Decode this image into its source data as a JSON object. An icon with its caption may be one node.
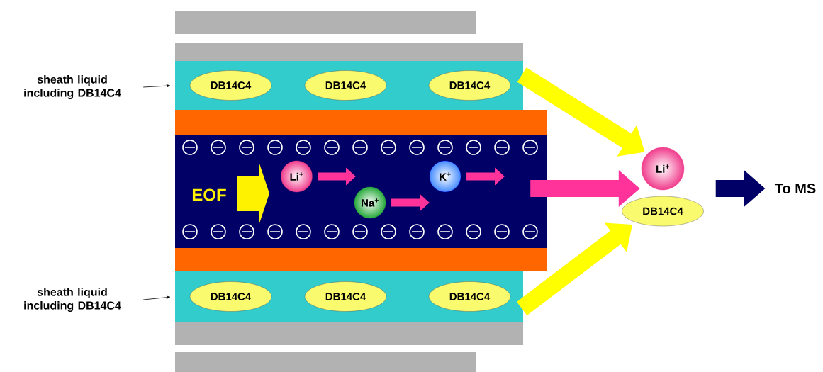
{
  "diagram": {
    "nodes": [
      {
        "text": [
          "sheath liquid including DB14C4"
        ]
      },
      {
        "text": [],
        "shape": "bar"
      },
      {
        "text": [
          "DB14C4"
        ],
        "in": 1
      },
      {
        "text": [
          "DB14C4"
        ],
        "in": 1
      },
      {
        "text": [
          "DB14C4"
        ],
        "in": 1
      },
      {
        "text": [],
        "shape": "bar"
      },
      {
        "text": [
          "Li$^{+}$"
        ],
        "in": 5
      },
      {
        "text": [
          "Na$^{+}$"
        ],
        "in": 5
      },
      {
        "text": [
          "K$^{+}$"
        ],
        "in": 5
      },
      {
        "text": [
          "Li$^{+}$"
        ]
      },
      {
        "text": [
          "DB14C4"
        ]
      },
      {
        "text": [
          "To MS"
        ]
      },
      {
        "text": [
          "sheath liquid including DB14C4"
        ]
      },
      {
        "text": [],
        "shape": "bar"
      },
      {
        "text": [
          "DB14C4"
        ],
        "in": 13
      },
      {
        "text": [
          "DB14C4"
        ],
        "in": 13
      },
      {
        "text": [
          "DB14C4"
        ],
        "in": 13
      },
      {
        "text": [],
        "shape": "bar"
      },
      {
        "text": [],
        "shape": "bar"
      },
      {
        "text": [],
        "shape": "bar"
      },
      {
        "text": [],
        "shape": "bar"
      },
      {
        "text": [],
        "shape": "bar"
      },
      {
        "text": [],
        "shape": "bar"
      }
    ],
    "edges": [
      {
        "from": 0,
        "to": 1,
        "arrow": "to"
      },
      {
        "from": 12,
        "to": 13,
        "arrow": "to"
      },
      {
        "from": 1,
        "to": 9,
        "arrow": "to",
        "color": "#ffff00"
      },
      {
        "from": 13,
        "to": 10,
        "arrow": "to",
        "color": "#ffff00"
      },
      {
        "from": 5,
        "to": 9,
        "arrow": "to",
        "color": "#ff3399"
      },
      {
        "from": 10,
        "to": 11,
        "arrow": "to",
        "color": "#000066"
      }
    ],
    "labels": [
      "EOF"
    ]
  }
}
